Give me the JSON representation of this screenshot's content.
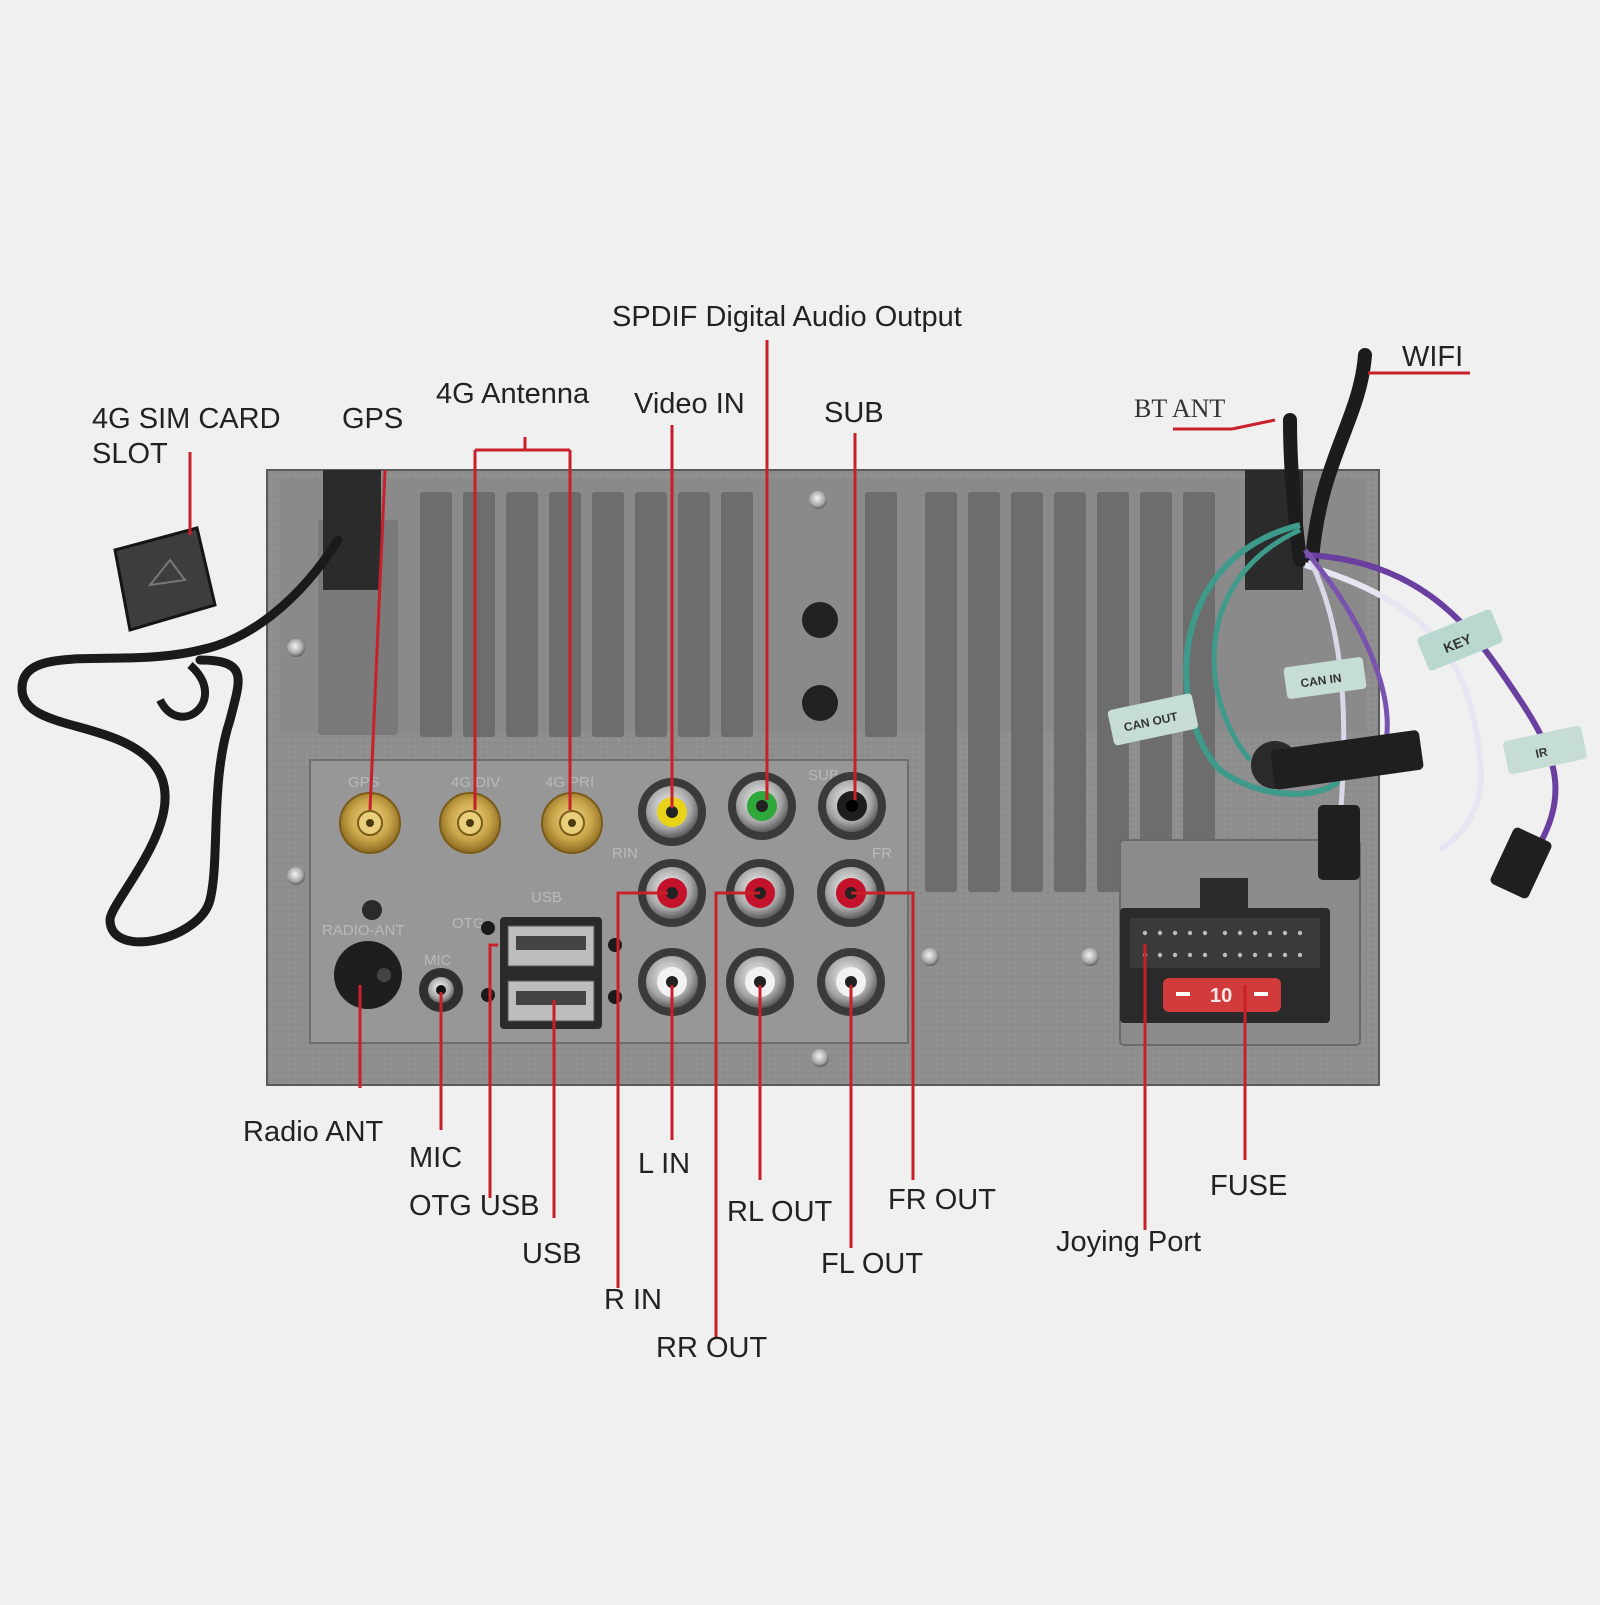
{
  "labels": {
    "sim_slot_line1": "4G SIM CARD",
    "sim_slot_line2": "SLOT",
    "gps": "GPS",
    "antenna_4g": "4G Antenna",
    "video_in": "Video IN",
    "spdif": "SPDIF Digital Audio Output",
    "sub": "SUB",
    "bt_ant": "BT ANT",
    "wifi": "WIFI",
    "radio_ant": "Radio ANT",
    "mic": "MIC",
    "otg_usb": "OTG USB",
    "usb": "USB",
    "l_in": "L IN",
    "r_in": "R IN",
    "rl_out": "RL OUT",
    "rr_out": "RR OUT",
    "fr_out": "FR OUT",
    "fl_out": "FL OUT",
    "joying_port": "Joying Port",
    "fuse": "FUSE"
  },
  "unit_markings": {
    "gps": "GPS",
    "g4_div": "4G DIV",
    "g4_pri": "4G PRI",
    "usb": "USB",
    "radio_ant": "RADIO-ANT",
    "otg": "OTG",
    "mic": "MIC",
    "sub": "SUB",
    "rin": "RIN",
    "fr": "FR",
    "fuse_rating": "10"
  },
  "wire_tags": {
    "key": "KEY",
    "can_in": "CAN IN",
    "can_out": "CAN OUT",
    "ir": "IR"
  },
  "colors": {
    "background": "#f0f0f0",
    "callout_line": "#c8202a",
    "label_text": "#222222",
    "chassis": "#8d8d8d",
    "sma_gold": "#c9a54a",
    "rca_yellow": "#e8d21a",
    "rca_green": "#2fa83a",
    "rca_red": "#c4122a",
    "rca_white": "#f2f2f2",
    "fuse_red": "#d23b3b",
    "wire_teal": "#3e9a8a",
    "wire_purple": "#6a3fa0"
  }
}
